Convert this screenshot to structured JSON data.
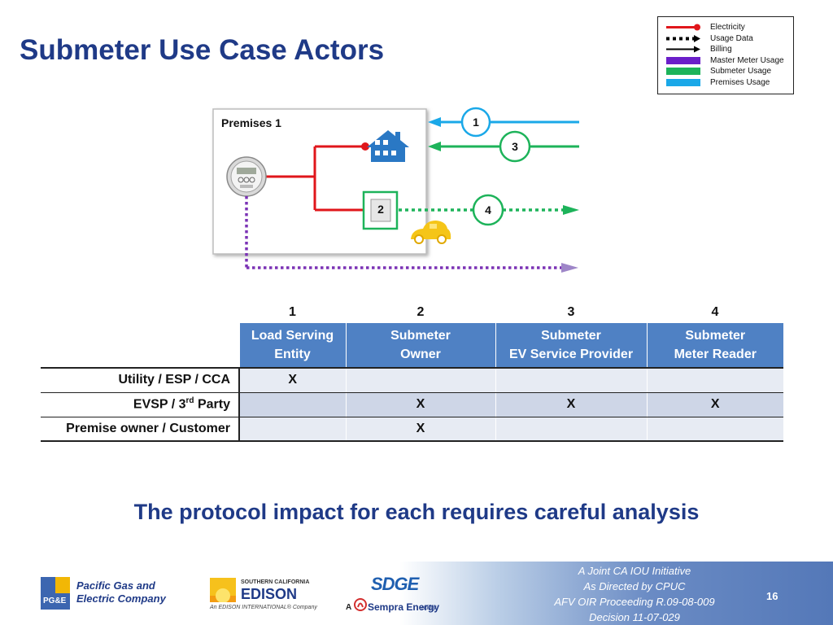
{
  "slide": {
    "title": "Submeter Use Case Actors",
    "tagline": "The protocol impact for each requires careful analysis",
    "page_number": "16"
  },
  "legend": {
    "items": [
      {
        "label": "Electricity",
        "color": "#e0161b"
      },
      {
        "label": "Usage Data",
        "color": "#000000"
      },
      {
        "label": "Billing",
        "color": "#000000"
      },
      {
        "label": "Master Meter Usage",
        "color": "#6a1fc9"
      },
      {
        "label": "Submeter Usage",
        "color": "#1db35a"
      },
      {
        "label": "Premises Usage",
        "color": "#1aa8e8"
      }
    ]
  },
  "diagram": {
    "premises_label": "Premises 1",
    "nodes": [
      "1",
      "2",
      "3",
      "4"
    ]
  },
  "table": {
    "column_numbers": [
      "1",
      "2",
      "3",
      "4"
    ],
    "column_headers": [
      {
        "line1": "Load Serving",
        "line2": "Entity"
      },
      {
        "line1": "Submeter",
        "line2": "Owner"
      },
      {
        "line1": "Submeter",
        "line2": "EV Service Provider"
      },
      {
        "line1": "Submeter",
        "line2": "Meter Reader"
      }
    ],
    "rows": [
      {
        "actor": "Utility / ESP / CCA",
        "cells": [
          "X",
          "",
          "",
          ""
        ]
      },
      {
        "actor_prefix": "EVSP / 3",
        "actor_sup": "rd",
        "actor_suffix": " Party",
        "cells": [
          "",
          "X",
          "X",
          "X"
        ]
      },
      {
        "actor": "Premise owner / Customer",
        "cells": [
          "",
          "X",
          "",
          ""
        ]
      }
    ]
  },
  "footer": {
    "lines": [
      "A Joint CA IOU Initiative",
      "As Directed by CPUC",
      "AFV OIR Proceeding R.09-08-009",
      "Decision 11-07-029"
    ],
    "logos": {
      "pge_mark": "PG&E",
      "pge_name_1": "Pacific Gas and",
      "pge_name_2": "Electric Company",
      "sce_top": "SOUTHERN CALIFORNIA",
      "sce_name": "EDISON",
      "sce_sub": "An EDISON INTERNATIONAL® Company",
      "sdge_mark": "SDGE",
      "sdge_prefix": "A",
      "sdge_name": "Sempra Energy",
      "sdge_suffix": "utility"
    }
  }
}
